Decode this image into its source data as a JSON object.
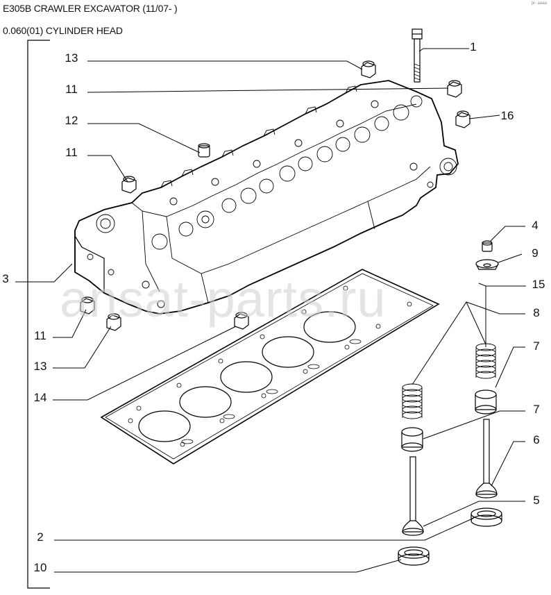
{
  "header": {
    "title": "E305B CRAWLER EXCAVATOR (11/07- )",
    "section": "0.060(01) CYLINDER HEAD",
    "corner_mark": "pr- aaaa"
  },
  "watermark": "ansat-parts.ru",
  "callouts": {
    "c1": "1",
    "c13_top": "13",
    "c11_a": "11",
    "c12": "12",
    "c16": "16",
    "c11_b": "11",
    "c3": "3",
    "c4": "4",
    "c9": "9",
    "c15": "15",
    "c8": "8",
    "c11_c": "11",
    "c7_a": "7",
    "c13_bottom": "13",
    "c14": "14",
    "c7_b": "7",
    "c6": "6",
    "c5": "5",
    "c2": "2",
    "c10": "10"
  },
  "colors": {
    "line": "#000000",
    "watermark": "#cfcfcf"
  }
}
